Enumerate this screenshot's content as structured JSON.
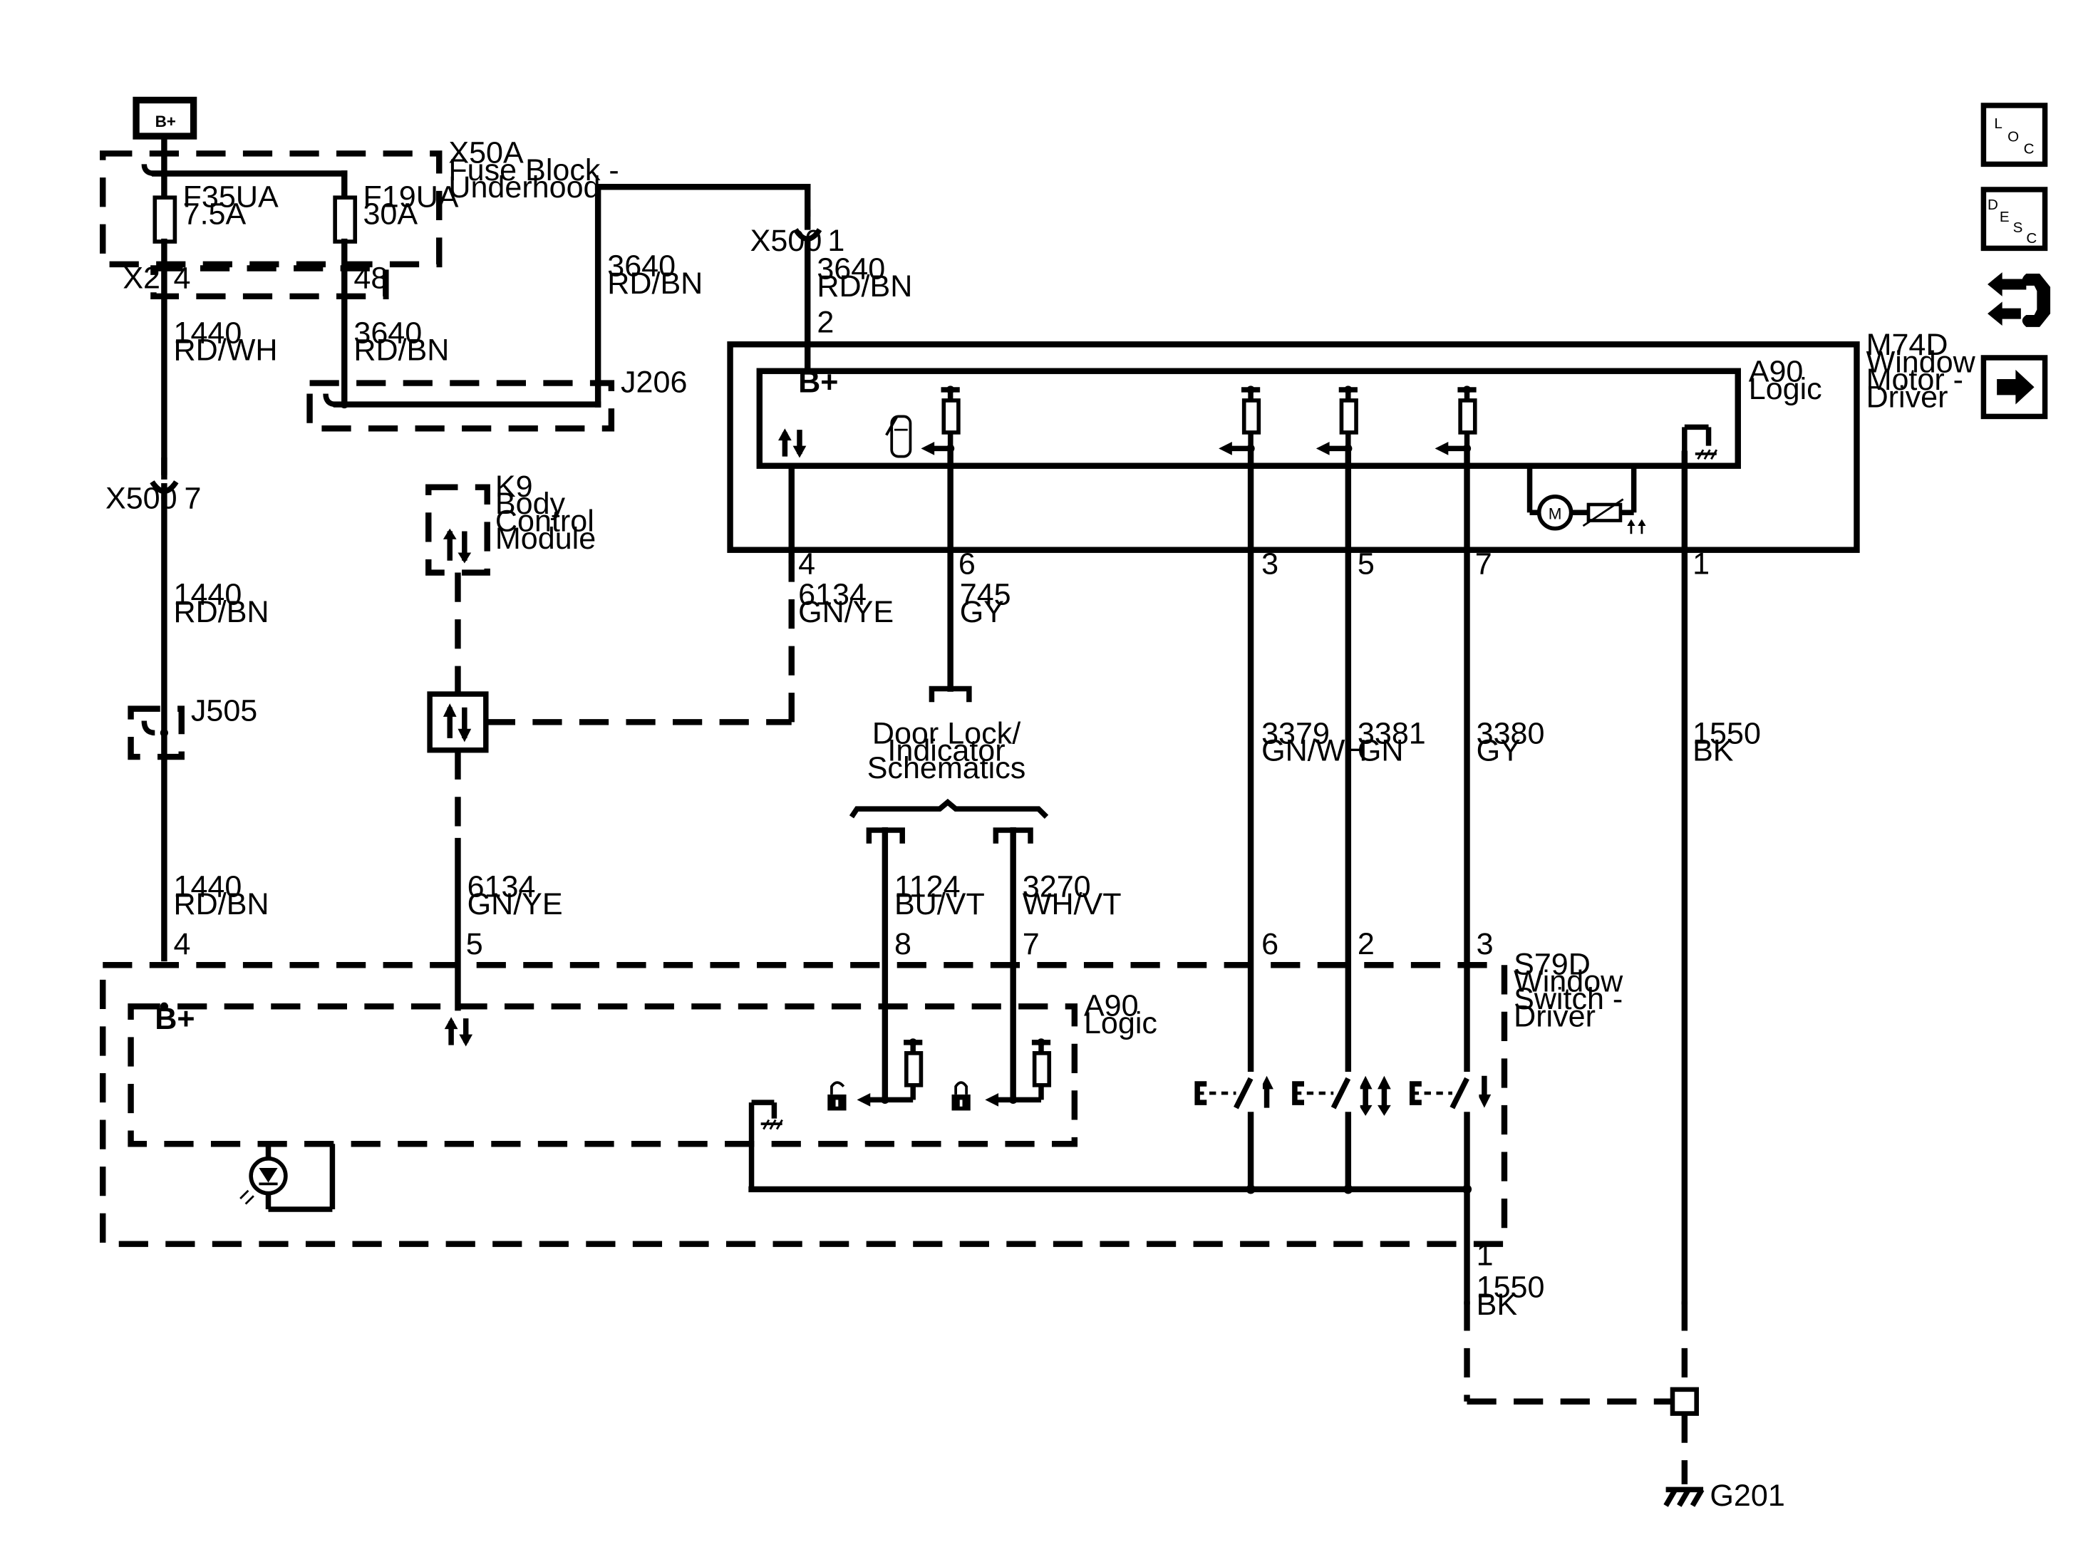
{
  "supply": {
    "bplus": "B+"
  },
  "fuse_block": {
    "ref": "X50A",
    "name_1": "Fuse Block -",
    "name_2": "Underhood",
    "fuse1_ref": "F35UA",
    "fuse1_amp": "7.5A",
    "fuse2_ref": "F19UA",
    "fuse2_amp": "30A"
  },
  "connectors": {
    "x2": "X2",
    "x2_pin4": "4",
    "x2_pin48": "48",
    "j206": "J206",
    "j505": "J505",
    "x500": "X500",
    "x500_pin1": "1",
    "x500_pin7": "7"
  },
  "wires": {
    "w1440": "1440",
    "rd_wh": "RD/WH",
    "rd_bn": "RD/BN",
    "w3640": "3640",
    "w6134": "6134",
    "gn_ye": "GN/YE",
    "w745": "745",
    "gy": "GY",
    "w3379": "3379",
    "gn_wh": "GN/WH",
    "w3381": "3381",
    "gn": "GN",
    "w3380": "3380",
    "w1550": "1550",
    "bk": "BK",
    "w1124": "1124",
    "bu_vt": "BU/VT",
    "w3270": "3270",
    "wh_vt": "WH/VT"
  },
  "bcm": {
    "ref": "K9",
    "name_1": "Body",
    "name_2": "Control",
    "name_3": "Module"
  },
  "motor": {
    "ref": "M74D",
    "name_1": "Window",
    "name_2": "Motor -",
    "name_3": "Driver",
    "logic_ref": "A90",
    "logic_name": "Logic",
    "bplus": "B+",
    "motor_symbol": "M",
    "pin2": "2",
    "pin4": "4",
    "pin6": "6",
    "pin3": "3",
    "pin5": "5",
    "pin7": "7",
    "pin1": "1"
  },
  "door_lock": {
    "line1": "Door Lock/",
    "line2": "Indicator",
    "line3": "Schematics"
  },
  "window_switch": {
    "ref": "S79D",
    "name_1": "Window",
    "name_2": "Switch -",
    "name_3": "Driver",
    "logic_ref": "A90",
    "logic_name": "Logic",
    "bplus": "B+",
    "pin4": "4",
    "pin5": "5",
    "pin8": "8",
    "pin7": "7",
    "pin6": "6",
    "pin2": "2",
    "pin3": "3",
    "pin1": "1"
  },
  "ground": {
    "ref": "G201"
  },
  "nav": {
    "loc": [
      "L",
      "O",
      "C"
    ],
    "desc": [
      "D",
      "E",
      "S",
      "C"
    ],
    "icons": [
      "loc-button",
      "desc-button",
      "connector-icon",
      "next-arrow-icon"
    ]
  }
}
